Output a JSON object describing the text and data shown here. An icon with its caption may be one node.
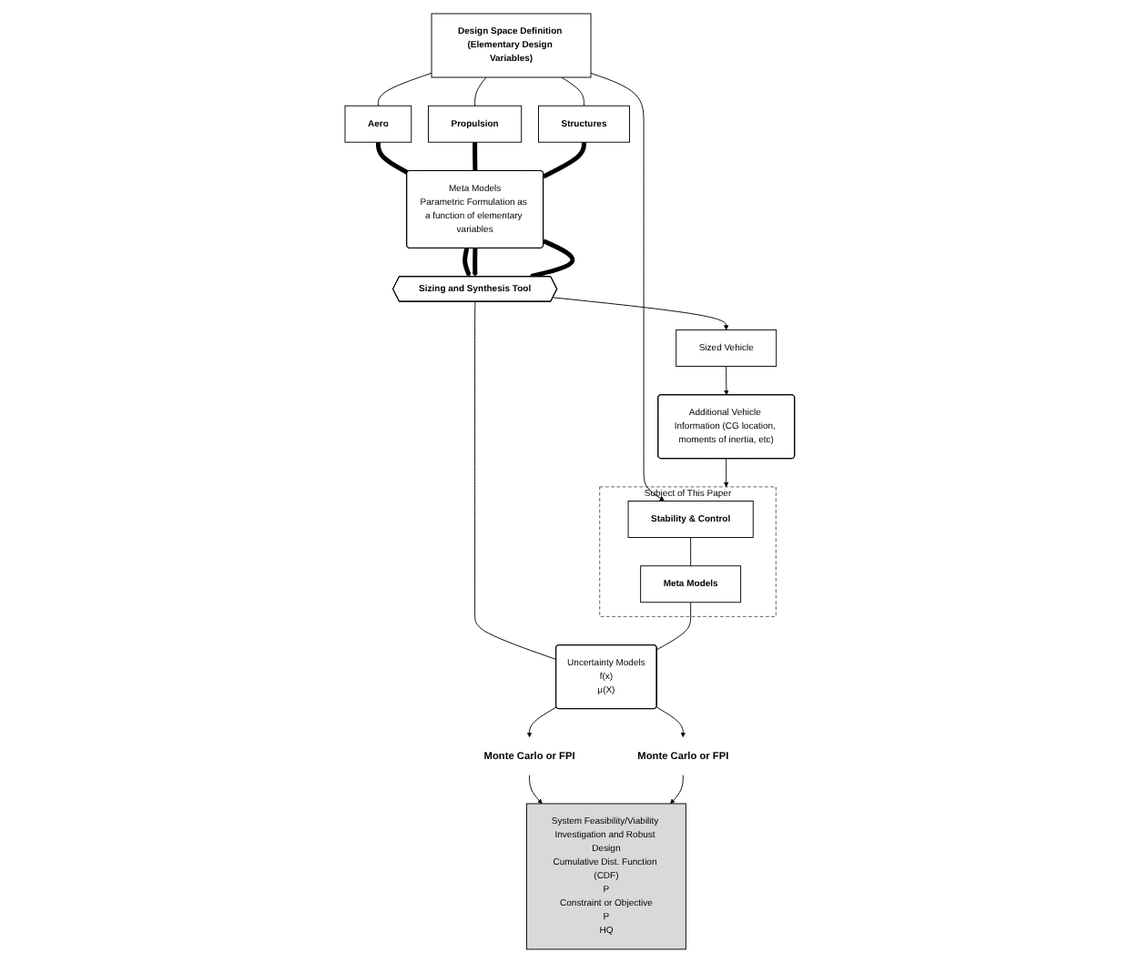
{
  "diagram": {
    "nodes": [
      {
        "text": [
          "Design Space Definition (Elementary Design Variables)"
        ]
      },
      {
        "text": [
          "Aero"
        ]
      },
      {
        "text": [
          "Propulsion"
        ]
      },
      {
        "text": [
          "Structures"
        ]
      },
      {
        "text": [
          "Meta Models",
          "Parametric Formulation as a function of elementary variables"
        ]
      },
      {
        "text": [
          "Sizing and Synthesis Tool"
        ]
      },
      {
        "text": [
          "Sized Vehicle"
        ]
      },
      {
        "text": [
          "Additional Vehicle Information (CG location, moments of inertia, etc)"
        ]
      },
      {
        "text": [
          "Subject of This Paper"
        ]
      },
      {
        "text": [
          "Stability & Control"
        ],
        "in": 8
      },
      {
        "text": [
          "Meta Models"
        ],
        "in": 8
      },
      {
        "text": [
          "Uncertainty Models",
          "f(x)",
          "μ(X)"
        ]
      },
      {
        "text": [
          "Monte Carlo or FPI"
        ]
      },
      {
        "text": [
          "Monte Carlo or FPI"
        ]
      },
      {
        "text": [
          "System Feasibility/Viability Investigation and Robust Design",
          "Cumulative Dist. Function (CDF)",
          "P",
          "Constraint or Objective",
          "P",
          "HQ"
        ]
      }
    ],
    "edges": [
      {
        "from": 0,
        "to": 1,
        "arrow": "none"
      },
      {
        "from": 0,
        "to": 2,
        "arrow": "none"
      },
      {
        "from": 0,
        "to": 3,
        "arrow": "none"
      },
      {
        "from": 1,
        "to": 4,
        "arrow": "none",
        "style": "thick"
      },
      {
        "from": 2,
        "to": 4,
        "arrow": "none",
        "style": "thick"
      },
      {
        "from": 3,
        "to": 4,
        "arrow": "none",
        "style": "thick"
      },
      {
        "from": 4,
        "to": 5,
        "arrow": "to",
        "style": "thick"
      },
      {
        "from": 4,
        "to": 5,
        "arrow": "to",
        "style": "thick"
      },
      {
        "from": 4,
        "to": 5,
        "arrow": "to",
        "style": "thick"
      },
      {
        "from": 5,
        "to": 6,
        "arrow": "to"
      },
      {
        "from": 6,
        "to": 7,
        "arrow": "to"
      },
      {
        "from": 7,
        "to": 8,
        "arrow": "to"
      },
      {
        "from": 0,
        "to": 9,
        "arrow": "to"
      },
      {
        "from": 9,
        "to": 10,
        "arrow": "none"
      },
      {
        "from": 5,
        "to": 11,
        "arrow": "none"
      },
      {
        "from": 10,
        "to": 11,
        "arrow": "none"
      },
      {
        "from": 11,
        "to": 12,
        "arrow": "to"
      },
      {
        "from": 12,
        "to": 14,
        "arrow": "to"
      },
      {
        "from": 11,
        "to": 13,
        "arrow": "to"
      },
      {
        "from": 13,
        "to": 14,
        "arrow": "to"
      }
    ]
  }
}
